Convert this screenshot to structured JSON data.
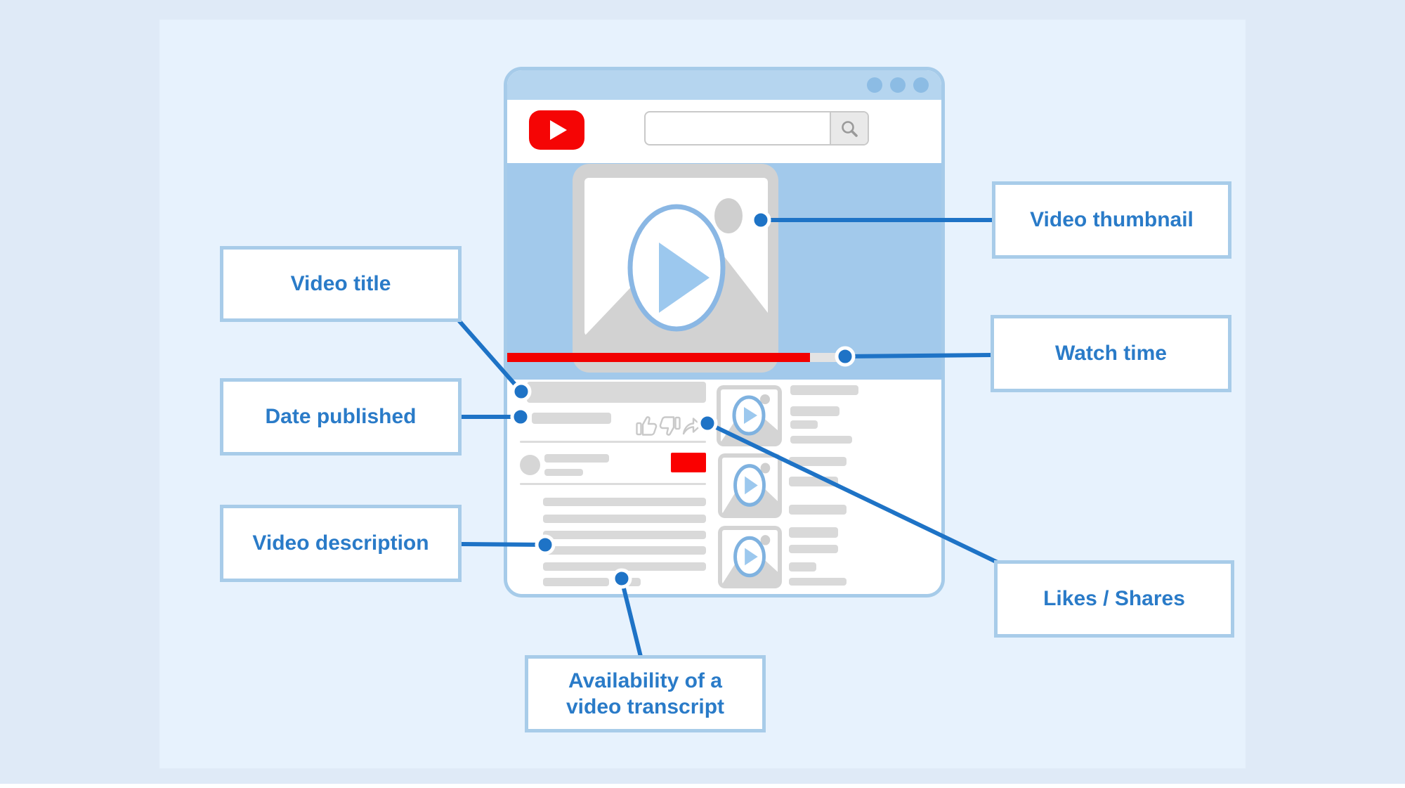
{
  "colors": {
    "accent_blue": "#1e73c6",
    "label_text_blue": "#2a7bc8",
    "light_blue_border": "#a8cce9",
    "titlebar_blue": "#b5d5ef",
    "video_area_blue": "#a2c9eb",
    "play_blue": "#9cc8ee",
    "placeholder_gray": "#d9d9d9",
    "youtube_red": "#f50505",
    "page_background": "#dfeaf7",
    "panel_background": "#e7f2fd"
  },
  "browser": {
    "window_controls_icon": "window-dots-icon",
    "logo_icon": "youtube-logo-icon",
    "search": {
      "value": "",
      "button_icon": "search-icon"
    }
  },
  "player": {
    "play_icon": "play-icon",
    "watch_progress_percent": 92
  },
  "actions": {
    "like_icon": "thumbs-up-icon",
    "dislike_icon": "thumbs-down-icon",
    "share_icon": "share-icon"
  },
  "callouts": {
    "video_thumbnail": "Video thumbnail",
    "watch_time": "Watch time",
    "video_title": "Video title",
    "date_published": "Date published",
    "video_description": "Video description",
    "likes_shares": "Likes / Shares",
    "video_transcript": "Availability of a video transcript"
  },
  "suggested_videos_count": 3
}
